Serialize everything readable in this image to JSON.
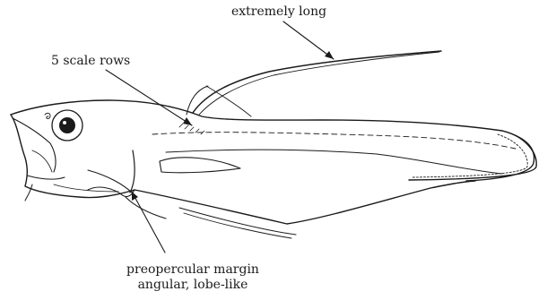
{
  "annotations": {
    "fin_ray": "extremely long",
    "scale_rows": "5 scale rows",
    "preopercle_line1": "preopercular margin",
    "preopercle_line2": "angular, lobe-like"
  },
  "colors": {
    "ink": "#1a1a1a",
    "background": "#ffffff"
  }
}
